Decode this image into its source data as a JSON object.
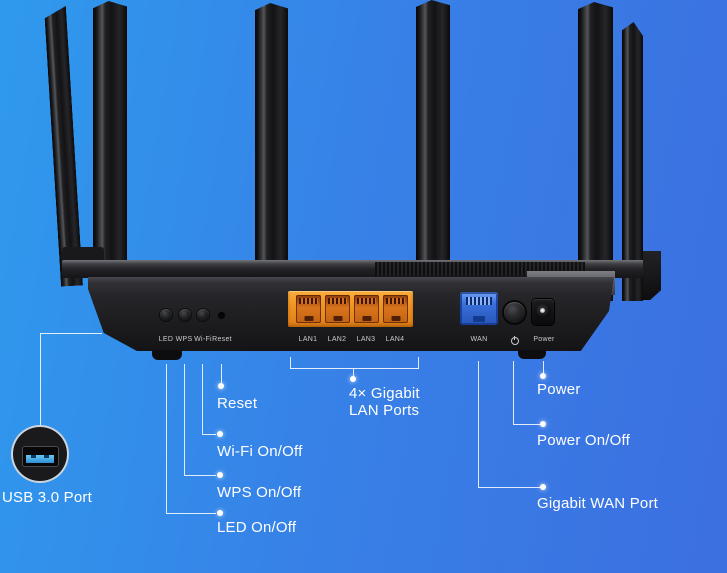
{
  "background": {
    "gradient_left": "#2F9AED",
    "gradient_right": "#3C6FE0"
  },
  "router": {
    "panel_button_labels": [
      "LED",
      "WPS",
      "Wi-Fi",
      "Reset"
    ],
    "lan_port_labels": [
      "LAN1",
      "LAN2",
      "LAN3",
      "LAN4"
    ],
    "wan_port_label": "WAN",
    "power_jack_label": "Power",
    "colors": {
      "lan_orange": "#F09423",
      "wan_blue": "#3A70DB",
      "usb_blue": "#45AEEA",
      "callout_white": "#FFFFFF"
    }
  },
  "callouts": {
    "usb": {
      "label": "USB 3.0 Port"
    },
    "reset": {
      "label": "Reset"
    },
    "wifi": {
      "label": "Wi-Fi On/Off"
    },
    "wps": {
      "label": "WPS On/Off"
    },
    "led": {
      "label": "LED On/Off"
    },
    "lan": {
      "line1": "4× Gigabit",
      "line2": "LAN Ports"
    },
    "power_jack": {
      "label": "Power"
    },
    "power_button": {
      "label": "Power On/Off"
    },
    "wan": {
      "label": "Gigabit WAN Port"
    }
  }
}
